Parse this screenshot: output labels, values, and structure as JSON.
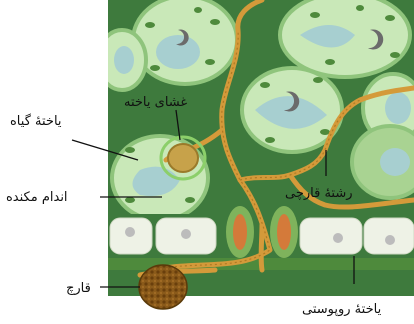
{
  "labels": {
    "plant_cell": "یاختهٔ گیاه",
    "cell_membrane": "غشای یاخته",
    "haustorium": "اندام مکنده",
    "hypha": "رشتهٔ قارچی",
    "fungus": "قارچ",
    "epidermal_cell": "یاختهٔ روپوستی"
  },
  "colors": {
    "leaf_tissue": "#3e7a3d",
    "cell_fill": "#c9e8b8",
    "cell_edge": "#8fc47c",
    "vacuole": "#a7cfd0",
    "chloroplast": "#4e8a3c",
    "hypha": "#d49a3a",
    "epidermis": "#eef2e6",
    "guard_cell": "#7fb35c",
    "spore": "#8a5a1a"
  }
}
